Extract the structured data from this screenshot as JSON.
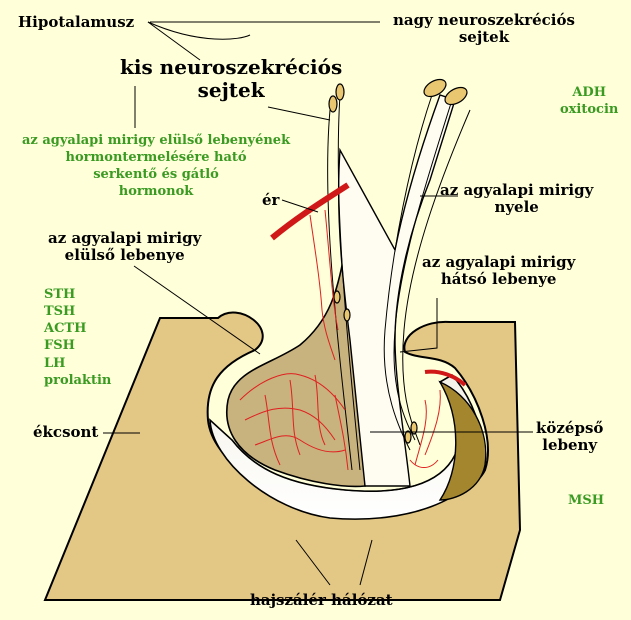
{
  "labels": {
    "hipotalamusz": "Hipotalamusz",
    "nagy_line1": "nagy neuroszekréciós",
    "nagy_line2": "sejtek",
    "kis_line1": "kis neuroszekréciós",
    "kis_line2": "sejtek",
    "er": "ér",
    "nyele_line1": "az agyalapi mirigy",
    "nyele_line2": "nyele",
    "eloulso_line1": "az agyalapi mirigy",
    "eloulso_line2": "elülső lebenye",
    "hatso_line1": "az agyalapi mirigy",
    "hatso_line2": "hátsó lebenye",
    "ekcsont": "ékcsont",
    "kozepso_line1": "középső",
    "kozepso_line2": "lebeny",
    "hajszaler": "hajszálér hálózat"
  },
  "hormones": {
    "posterior": [
      "ADH",
      "oxitocin"
    ],
    "releasing": [
      "az agyalapi mirigy elülső lebenyének",
      "hormontermelésére ható",
      "serkentő és gátló",
      "hormonok"
    ],
    "anterior": [
      "STH",
      "TSH",
      "ACTH",
      "FSH",
      "LH",
      "prolaktin"
    ],
    "intermediate": [
      "MSH"
    ]
  },
  "colors": {
    "background": "#ffffd9",
    "bone": "#e3c785",
    "lobe": "#c8b27e",
    "vessel": "#d01818",
    "capillary": "#e02020",
    "nucleus": "#e9c770",
    "hormone_text": "#3a9a22"
  }
}
